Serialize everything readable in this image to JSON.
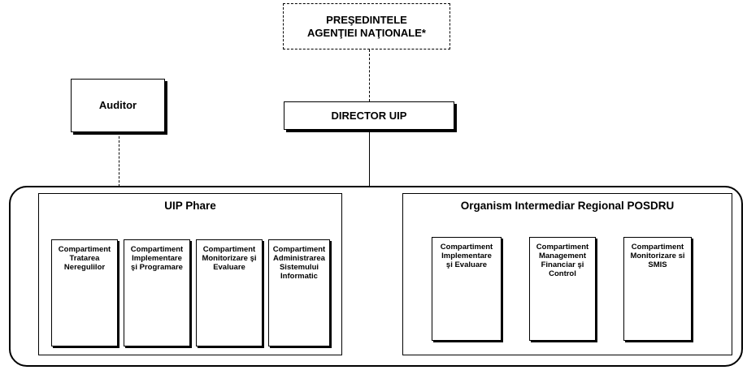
{
  "president": {
    "line1": "PREŞEDINTELE",
    "line2": "AGENŢIEI NAŢIONALE*"
  },
  "auditor": {
    "label": "Auditor"
  },
  "director": {
    "label": "DIRECTOR UIP"
  },
  "uip_phare": {
    "title": "UIP Phare",
    "units": [
      [
        "Compartiment",
        "Tratarea",
        "Neregulilor"
      ],
      [
        "Compartiment",
        "Implementare",
        "şi Programare"
      ],
      [
        "Compartiment",
        "Monitorizare şi",
        "Evaluare"
      ],
      [
        "Compartiment",
        "Administrarea",
        "Sistemului",
        "Informatic"
      ]
    ]
  },
  "posdru": {
    "title": "Organism Intermediar Regional POSDRU",
    "units": [
      [
        "Compartiment",
        "Implementare",
        "şi Evaluare"
      ],
      [
        "Compartiment",
        "Management",
        "Financiar şi",
        "Control"
      ],
      [
        "Compartiment",
        "Monitorizare si",
        "SMIS"
      ]
    ]
  }
}
